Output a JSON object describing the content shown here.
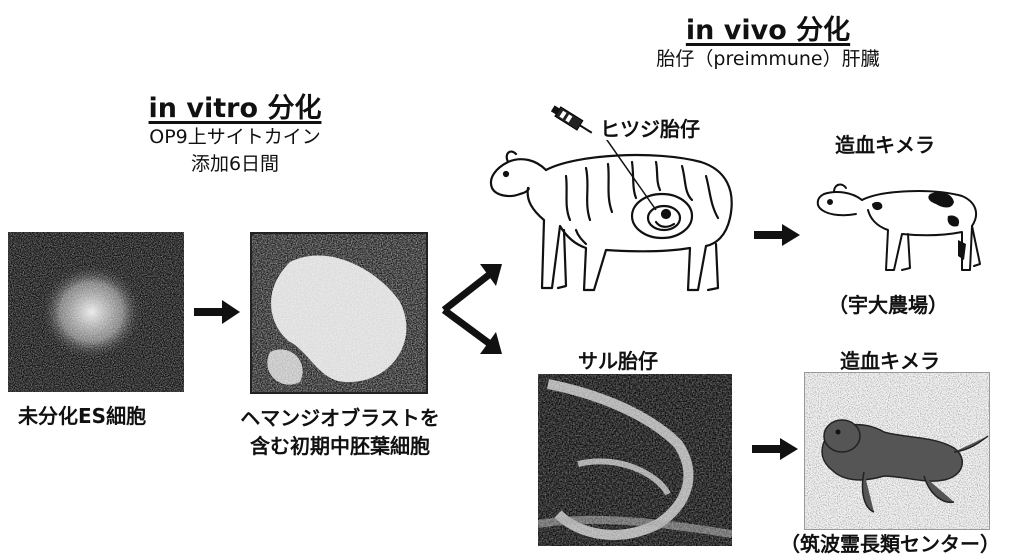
{
  "in_vitro": {
    "title": "in vitro 分化",
    "subtitle_line1": "OP9上サイトカイン",
    "subtitle_line2": "添加6日間"
  },
  "in_vivo": {
    "title": "in vivo 分化",
    "subtitle": "胎仔（preimmune）肝臓"
  },
  "labels": {
    "es_cells": "未分化ES細胞",
    "mesoderm_line1": "ヘマンジオブラストを",
    "mesoderm_line2": "含む初期中胚葉細胞",
    "sheep_fetus": "ヒツジ胎仔",
    "chimera_sheep": "造血キメラ",
    "farm": "（宇大農場）",
    "monkey_fetus": "サル胎仔",
    "chimera_monkey": "造血キメラ",
    "primate_center": "（筑波霊長類センター）"
  },
  "colors": {
    "ink": "#111111",
    "background": "#ffffff"
  }
}
